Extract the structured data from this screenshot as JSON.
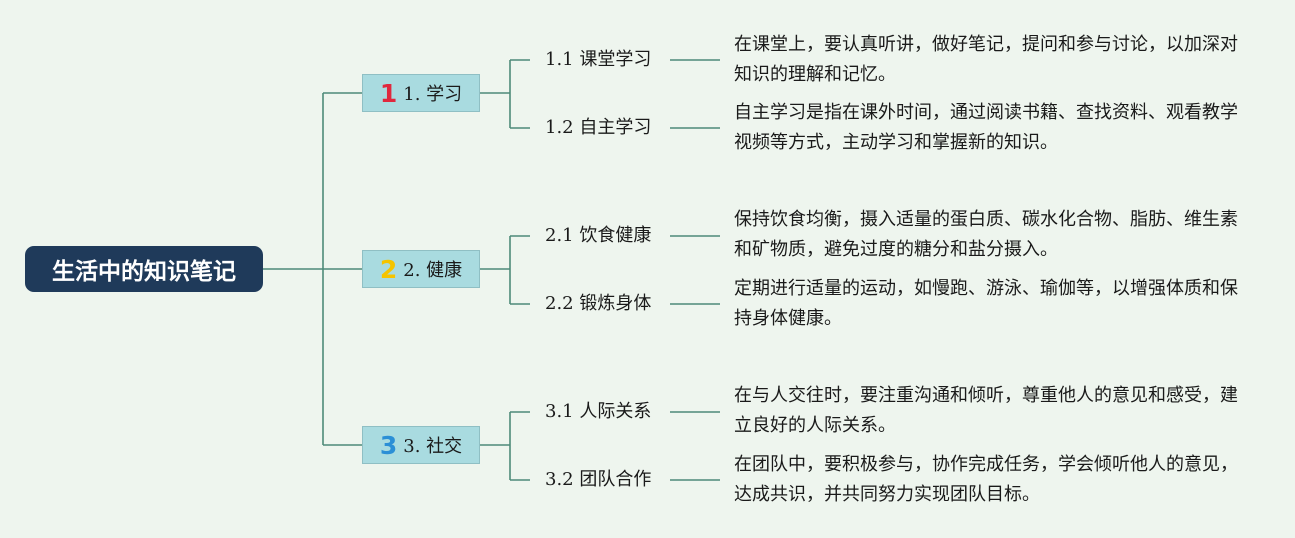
{
  "root": {
    "label": "生活中的知识笔记"
  },
  "branches": [
    {
      "number": "1",
      "label": "1. 学习",
      "color": "#e0283e",
      "leaves": [
        {
          "label": "1.1 课堂学习",
          "desc": "在课堂上，要认真听讲，做好笔记，提问和参与讨论，以加深对知识的理解和记忆。"
        },
        {
          "label": "1.2 自主学习",
          "desc": "自主学习是指在课外时间，通过阅读书籍、查找资料、观看教学视频等方式，主动学习和掌握新的知识。"
        }
      ]
    },
    {
      "number": "2",
      "label": "2. 健康",
      "color": "#f5c400",
      "leaves": [
        {
          "label": "2.1 饮食健康",
          "desc": "保持饮食均衡，摄入适量的蛋白质、碳水化合物、脂肪、维生素和矿物质，避免过度的糖分和盐分摄入。"
        },
        {
          "label": "2.2 锻炼身体",
          "desc": "定期进行适量的运动，如慢跑、游泳、瑜伽等，以增强体质和保持身体健康。"
        }
      ]
    },
    {
      "number": "3",
      "label": "3. 社交",
      "color": "#2b8fd6",
      "leaves": [
        {
          "label": "3.1 人际关系",
          "desc": "在与人交往时，要注重沟通和倾听，尊重他人的意见和感受，建立良好的人际关系。"
        },
        {
          "label": "3.2 团队合作",
          "desc": "在团队中，要积极参与，协作完成任务，学会倾听他人的意见，达成共识，并共同努力实现团队目标。"
        }
      ]
    }
  ],
  "colors": {
    "line": "#4d8a78",
    "root_bg": "#1f3a5a",
    "branch_bg": "#a9dbe0",
    "background": "#eef5ee"
  }
}
